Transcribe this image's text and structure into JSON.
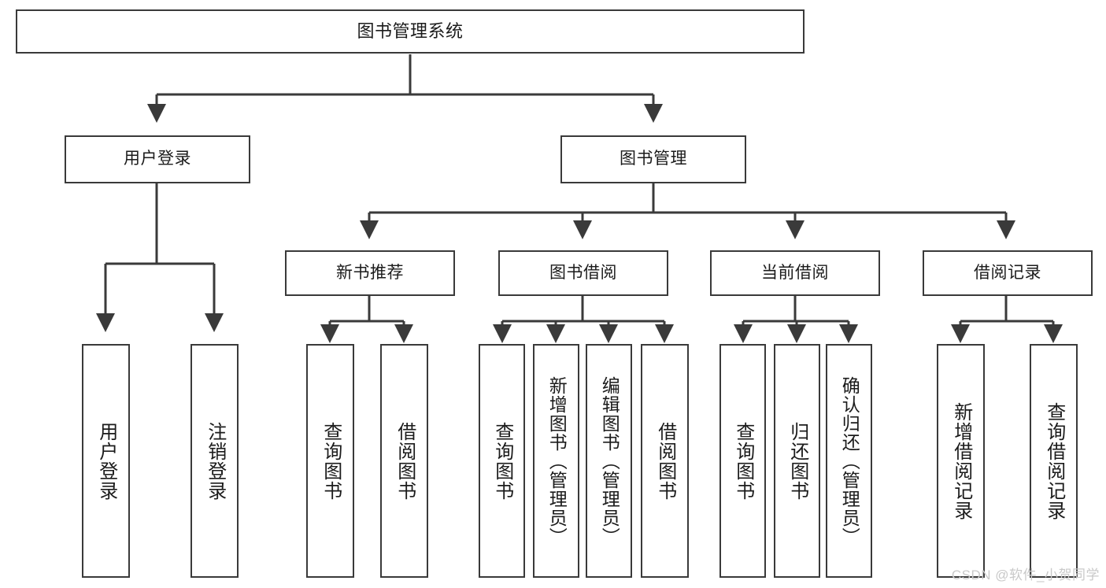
{
  "diagram": {
    "title": "图书管理系统",
    "type": "tree-hierarchy",
    "line_color": "#3a3a3a",
    "box_fill": "#ffffff",
    "text_color": "#1b1b1b"
  },
  "watermark": {
    "text": "CSDN @软件_小贺同学",
    "color": "#c9c9c9"
  },
  "nodes": {
    "root": {
      "label": "图书管理系统"
    },
    "level1": [
      {
        "label": "用户登录"
      },
      {
        "label": "图书管理"
      }
    ],
    "user_login_children": [
      {
        "label": "用户登录"
      },
      {
        "label": "注销登录"
      }
    ],
    "book_manage_children": [
      {
        "label": "新书推荐"
      },
      {
        "label": "图书借阅"
      },
      {
        "label": "当前借阅"
      },
      {
        "label": "借阅记录"
      }
    ],
    "new_book_children": [
      {
        "label": "查询图书"
      },
      {
        "label": "借阅图书"
      }
    ],
    "book_borrow_children": [
      {
        "label": "查询图书"
      },
      {
        "label": "新增图书（管理员）"
      },
      {
        "label": "编辑图书（管理员）"
      },
      {
        "label": "借阅图书"
      }
    ],
    "current_borrow_children": [
      {
        "label": "查询图书"
      },
      {
        "label": "归还图书"
      },
      {
        "label": "确认归还（管理员）"
      }
    ],
    "borrow_record_children": [
      {
        "label": "新增借阅记录"
      },
      {
        "label": "查询借阅记录"
      }
    ]
  }
}
